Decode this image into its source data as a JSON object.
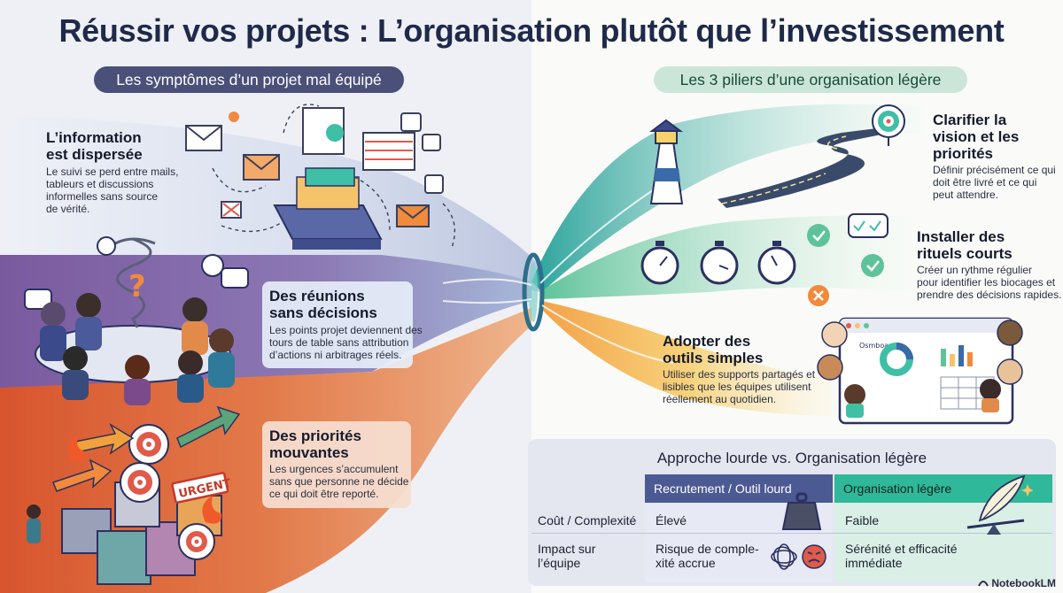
{
  "title": "Réussir vos projets : L’organisation plutôt que l’investissement",
  "left_header": "Les symptômes d’un projet mal équipé",
  "right_header": "Les 3 piliers d’une organisation légère",
  "symptoms": [
    {
      "title_l1": "L’information",
      "title_l2": "est dispersée",
      "text_l1": "Le suivi se perd entre mails,",
      "text_l2": "tableurs et discussions",
      "text_l3": "informelles sans source",
      "text_l4": "de vérité."
    },
    {
      "title_l1": "Des réunions",
      "title_l2": "sans décisions",
      "text_l1": "Les points projet deviennent des",
      "text_l2": "tours de table sans attribution",
      "text_l3": "d’actions ni arbitrages réels."
    },
    {
      "title_l1": "Des priorités",
      "title_l2": "mouvantes",
      "text_l1": "Les urgences s’accumulent",
      "text_l2": "sans que personne ne décide",
      "text_l3": "ce qui doit être reporté."
    }
  ],
  "pillars": [
    {
      "title_l1": "Clarifier la",
      "title_l2": "vision et les",
      "title_l3": "priorités",
      "text_l1": "Définir précisément ce qui",
      "text_l2": "doit être livré et ce qui",
      "text_l3": "peut attendre."
    },
    {
      "title_l1": "Installer des",
      "title_l2": "rituels courts",
      "text_l1": "Créer un rythme régulier",
      "text_l2": "pour identifier les biocages et",
      "text_l3": "prendre des décisions rapides."
    },
    {
      "title_l1": "Adopter des",
      "title_l2": "outils simples",
      "text_l1": "Utiliser des supports partagés et",
      "text_l2": "lisibles que les équipes utilisent",
      "text_l3": "réellement au quotidien."
    }
  ],
  "illustration": {
    "urgent_stamp": "URGENT",
    "dashboard_label": "Osmboard"
  },
  "comparison": {
    "title": "Approche lourde vs. Organisation légère",
    "col_heavy": "Recrutement / Outil lourd",
    "col_light": "Organisation légère",
    "rows": [
      {
        "label_l1": "Coût / Complexité",
        "label_l2": "",
        "heavy_l1": "Élevé",
        "heavy_l2": "",
        "light_l1": "Faible",
        "light_l2": ""
      },
      {
        "label_l1": "Impact sur",
        "label_l2": "l’équipe",
        "heavy_l1": "Risque de comple-",
        "heavy_l2": "xité accrue",
        "light_l1": "Sérénité et efficacité",
        "light_l2": "immédiate"
      }
    ]
  },
  "brand": "NotebookLM",
  "colors": {
    "dark_navy": "#1f2a4a",
    "teal": "#3fbfa6",
    "orange": "#f08a3c",
    "purple": "#6b5a9a",
    "heavy_header": "#4b5a93",
    "light_header": "#2fb89a"
  }
}
